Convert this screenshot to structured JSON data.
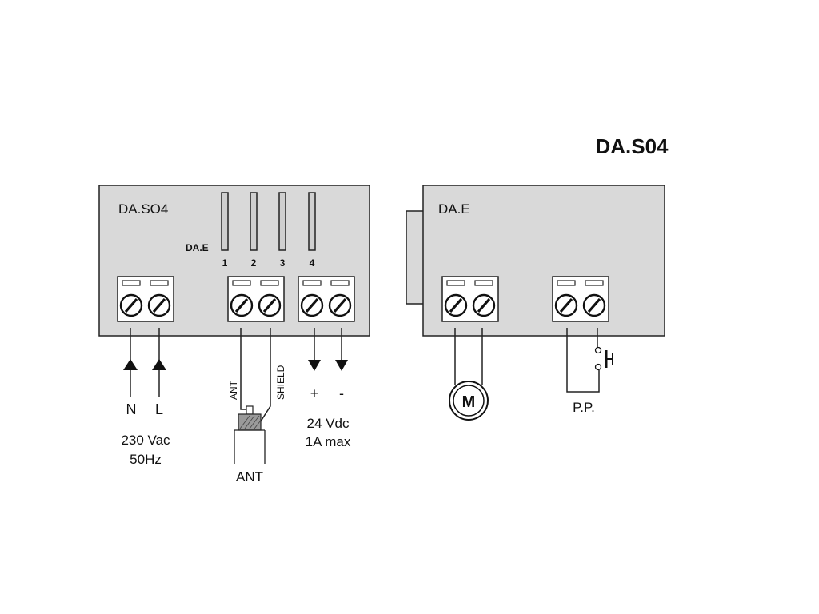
{
  "header": {
    "title": "DA.S04"
  },
  "receiver": {
    "label": "DA.SO4",
    "slot_tag": "DA.E",
    "slot_numbers": [
      "1",
      "2",
      "3",
      "4"
    ]
  },
  "power": {
    "terminals": [
      "N",
      "L"
    ],
    "spec_line1": "230 Vac",
    "spec_line2": "50Hz"
  },
  "antenna": {
    "wire_ant": "ANT",
    "wire_shield": "SHIELD",
    "caption": "ANT"
  },
  "output": {
    "plus": "+",
    "minus": "-",
    "spec_line1": "24 Vdc",
    "spec_line2": "1A max"
  },
  "module": {
    "label": "DA.E",
    "motor_symbol": "M",
    "pushbutton_label": "P.P."
  }
}
